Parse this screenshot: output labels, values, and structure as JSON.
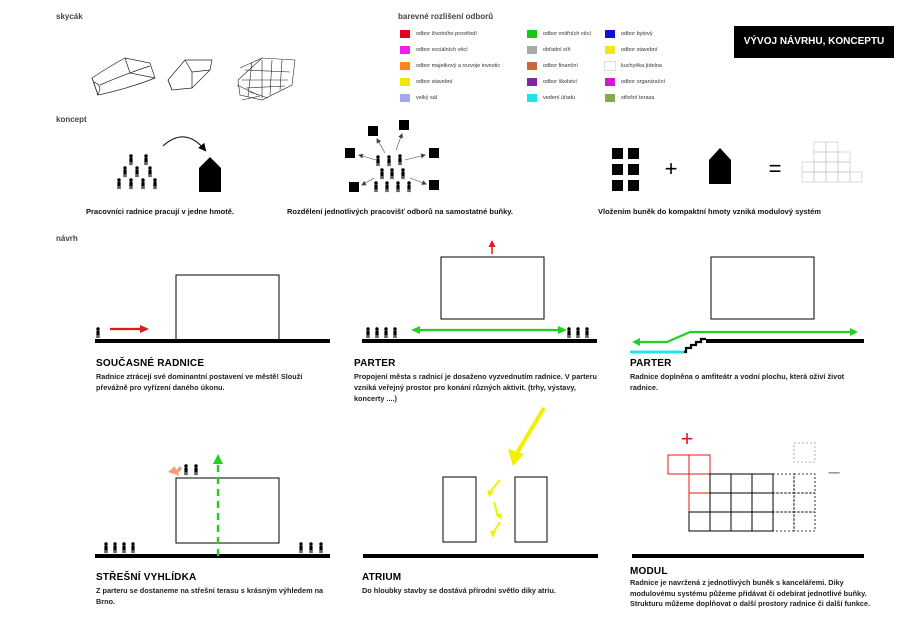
{
  "sections": {
    "sketch": "skycák",
    "concept": "koncept",
    "design": "návrh"
  },
  "legend": {
    "title": "barevné rozlišení odborů",
    "items": [
      {
        "color": "#e8001c",
        "label": "odbor  životního  prostředí"
      },
      {
        "color": "#f21ee9",
        "label": "odbor sociálních věcí"
      },
      {
        "color": "#f5891b",
        "label": "odbor majetkový a rozvoje investic"
      },
      {
        "color": "#f0e800",
        "label": "odbor stavební"
      },
      {
        "color": "#a7a6f2",
        "label": "velký sál"
      },
      {
        "color": "#1ac51a",
        "label": "odbor vnitřních věcí"
      },
      {
        "color": "#a9a9a9",
        "label": "obřadní síň"
      },
      {
        "color": "#c26b3b",
        "label": "odbor finanční"
      },
      {
        "color": "#7d27a1",
        "label": "odbor školství"
      },
      {
        "color": "#1ee5e5",
        "label": "vedení úřadu"
      },
      {
        "color": "#1010d8",
        "label": "odbor bytový"
      },
      {
        "color": "#f2e619",
        "label": "odbor stavební"
      },
      {
        "color": "#ffffff",
        "label": "kuchyňka jídelna"
      },
      {
        "color": "#d21ad2",
        "label": "odbor organizační"
      },
      {
        "color": "#86a94a",
        "label": "střešní terasa"
      }
    ]
  },
  "title": "VÝVOJ NÁVRHU, KONCEPTU",
  "concept_captions": [
    "Pracovníci radnice pracují v jedne hmotě.",
    "Rozdělení jednotlivých pracovišť odborů na samostatné buňky.",
    "Vložením buněk do kompaktní hmoty vzniká modulový systém"
  ],
  "panels": [
    {
      "heading": "SOUČASNÉ RADNICE",
      "text": "Radnice ztrácejí své dominantní postavení ve městě! Slouží převážně pro vyřízení daného úkonu."
    },
    {
      "heading": "PARTER",
      "text": "Propojení města s radnicí je dosaženo vyzvednutím radnice. V parteru vzniká veřejný prostor pro konání různých aktivit. (trhy, výstavy, koncerty ....)"
    },
    {
      "heading": "PARTER",
      "text": "Radnice doplněna o amfiteátr a vodní plochu, která oživí život radnice."
    },
    {
      "heading": "STŘEŠNÍ VYHLÍDKA",
      "text": "Z parteru se dostaneme na střešní terasu s krásným výhledem na Brno."
    },
    {
      "heading": "ATRIUM",
      "text": "Do hloubky stavby se dostává přírodní světlo diky atriu."
    },
    {
      "heading": "MODUL",
      "text": "Radnice je navržená z jednotlivých buněk s kancelářemi. Diky modulovému systému půžeme přidávat či odebírat jednotlivé buňky. Strukturu můžeme doplňovat o další prostory radnice či další funkce."
    }
  ],
  "symbols": {
    "plus": "+",
    "equals": "=",
    "modul_plus": "+",
    "modul_minus": "–"
  }
}
